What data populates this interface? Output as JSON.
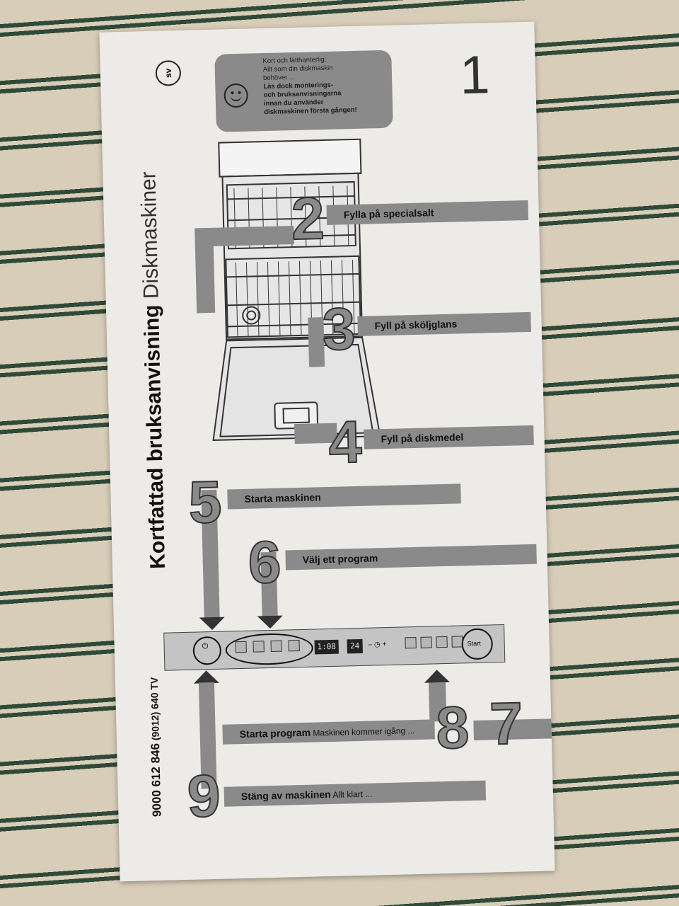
{
  "doc": {
    "language_badge": "sv",
    "title_bold": "Kortfattad bruksanvisning",
    "title_light": " Diskmaskiner",
    "doc_number": "9000 612 846",
    "doc_suffix": " (9012) 640 TV",
    "page_number": "1"
  },
  "infobox": {
    "line1": "Kort och lätthanterlig:",
    "line2": "Allt som din diskmaskin",
    "line3": "behöver ...",
    "line4": "Läs dock monterings-",
    "line5": "och bruksanvisningarna",
    "line6": "innan du använder",
    "line7": "diskmaskinen första gången!",
    "icon": "smiley-icon"
  },
  "steps": {
    "s2": {
      "number": "2",
      "label": "Fylla på specialsalt"
    },
    "s3": {
      "number": "3",
      "label": "Fyll på sköljglans"
    },
    "s4": {
      "number": "4",
      "label": "Fyll på diskmedel"
    },
    "s5": {
      "number": "5",
      "label": "Starta maskinen"
    },
    "s6": {
      "number": "6",
      "label": "Välj ett program"
    },
    "s7": {
      "number": "7"
    },
    "s8": {
      "number": "8",
      "label": "Starta program",
      "sub": " Maskinen kommer igång ..."
    },
    "s9": {
      "number": "9",
      "label": "Stäng av maskinen",
      "sub": " Allt klart ..."
    }
  },
  "panel": {
    "display_left": "1:08",
    "display_right": "24",
    "timer_label": "– ◷ +",
    "start_label": "Start",
    "power_icon": "power-icon"
  }
}
